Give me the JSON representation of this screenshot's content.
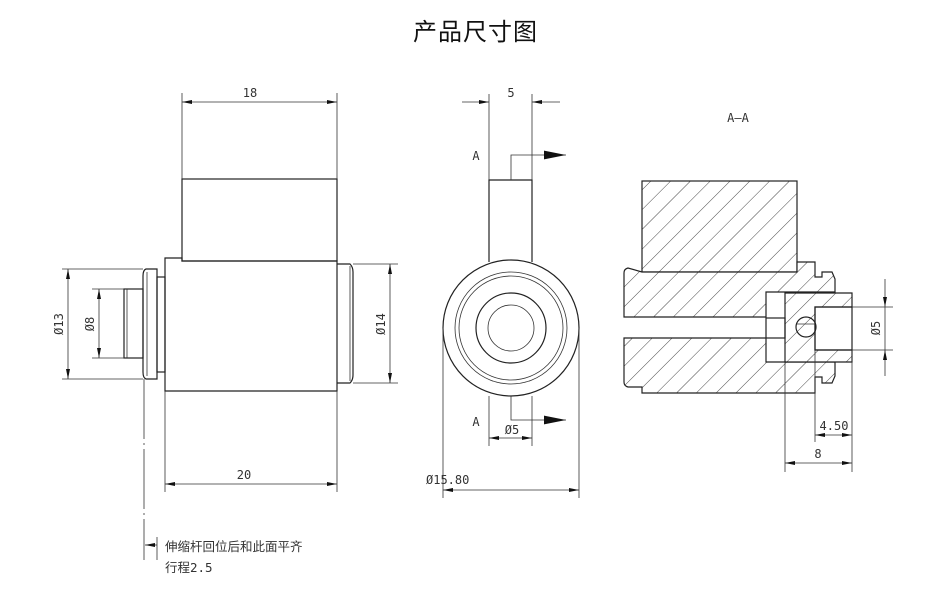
{
  "title": "产品尺寸图",
  "front_view": {
    "dim_top_width": "18",
    "dim_body_length": "20",
    "dim_flange_dia": "Ø13",
    "dim_stem_dia": "Ø8",
    "dim_right_dia": "Ø14",
    "note_line1": "伸缩杆回位后和此面平齐",
    "note_line2": "行程2.5"
  },
  "side_view": {
    "dim_tab_width": "5",
    "section_label_top": "A",
    "section_label_bottom": "A",
    "dim_bore_dia": "Ø5",
    "dim_outer_dia": "Ø15.80"
  },
  "section_view": {
    "label": "A—A",
    "dim_bore_dia": "Ø5",
    "dim_depth_inner": "4.50",
    "dim_depth_outer": "8"
  }
}
